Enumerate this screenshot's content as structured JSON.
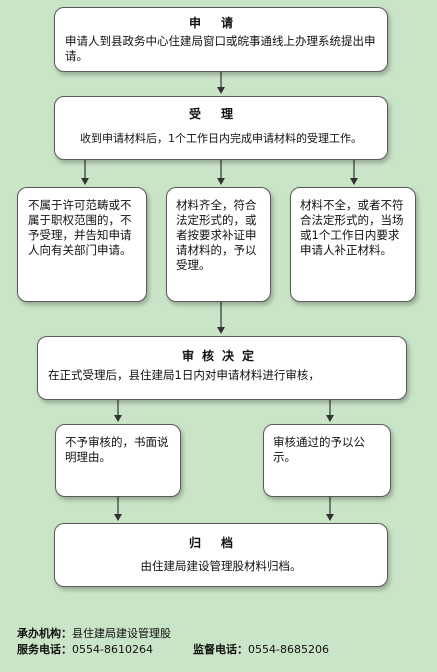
{
  "steps": {
    "apply": {
      "title": "申请",
      "text": "申请人到县政务中心住建局窗口或皖事通线上办理系统提出申请。"
    },
    "accept": {
      "title": "受理",
      "text": "收到申请材料后，1个工作日内完成申请材料的受理工作。"
    },
    "branch_left": {
      "text": "不属于许可范畴或不属于职权范围的，不予受理，并告知申请人向有关部门申请。"
    },
    "branch_mid": {
      "text": "材料齐全，符合法定形式的，或者按要求补证申请材料的，予以受理。"
    },
    "branch_right": {
      "text": "材料不全，或者不符合法定形式的，当场或1个工作日内要求申请人补正材料。"
    },
    "review": {
      "title": "审核决定",
      "text": "在正式受理后，县住建局1日内对申请材料进行审核，"
    },
    "reject": {
      "text": "不予审核的，书面说明理由。"
    },
    "approve": {
      "text": "审核通过的予以公示。"
    },
    "archive": {
      "title": "归档",
      "text": "由住建局建设管理股材料归档。"
    }
  },
  "footer": {
    "org_label": "承办机构：",
    "org_value": "县住建局建设管理股",
    "service_label": "服务电话：",
    "service_value": "0554-8610264",
    "supervise_label": "监督电话：",
    "supervise_value": "0554-8685206"
  },
  "colors": {
    "background": "#c9e4c6",
    "box": "#ffffff",
    "border": "#5a5a5a",
    "arrow": "#333333"
  }
}
